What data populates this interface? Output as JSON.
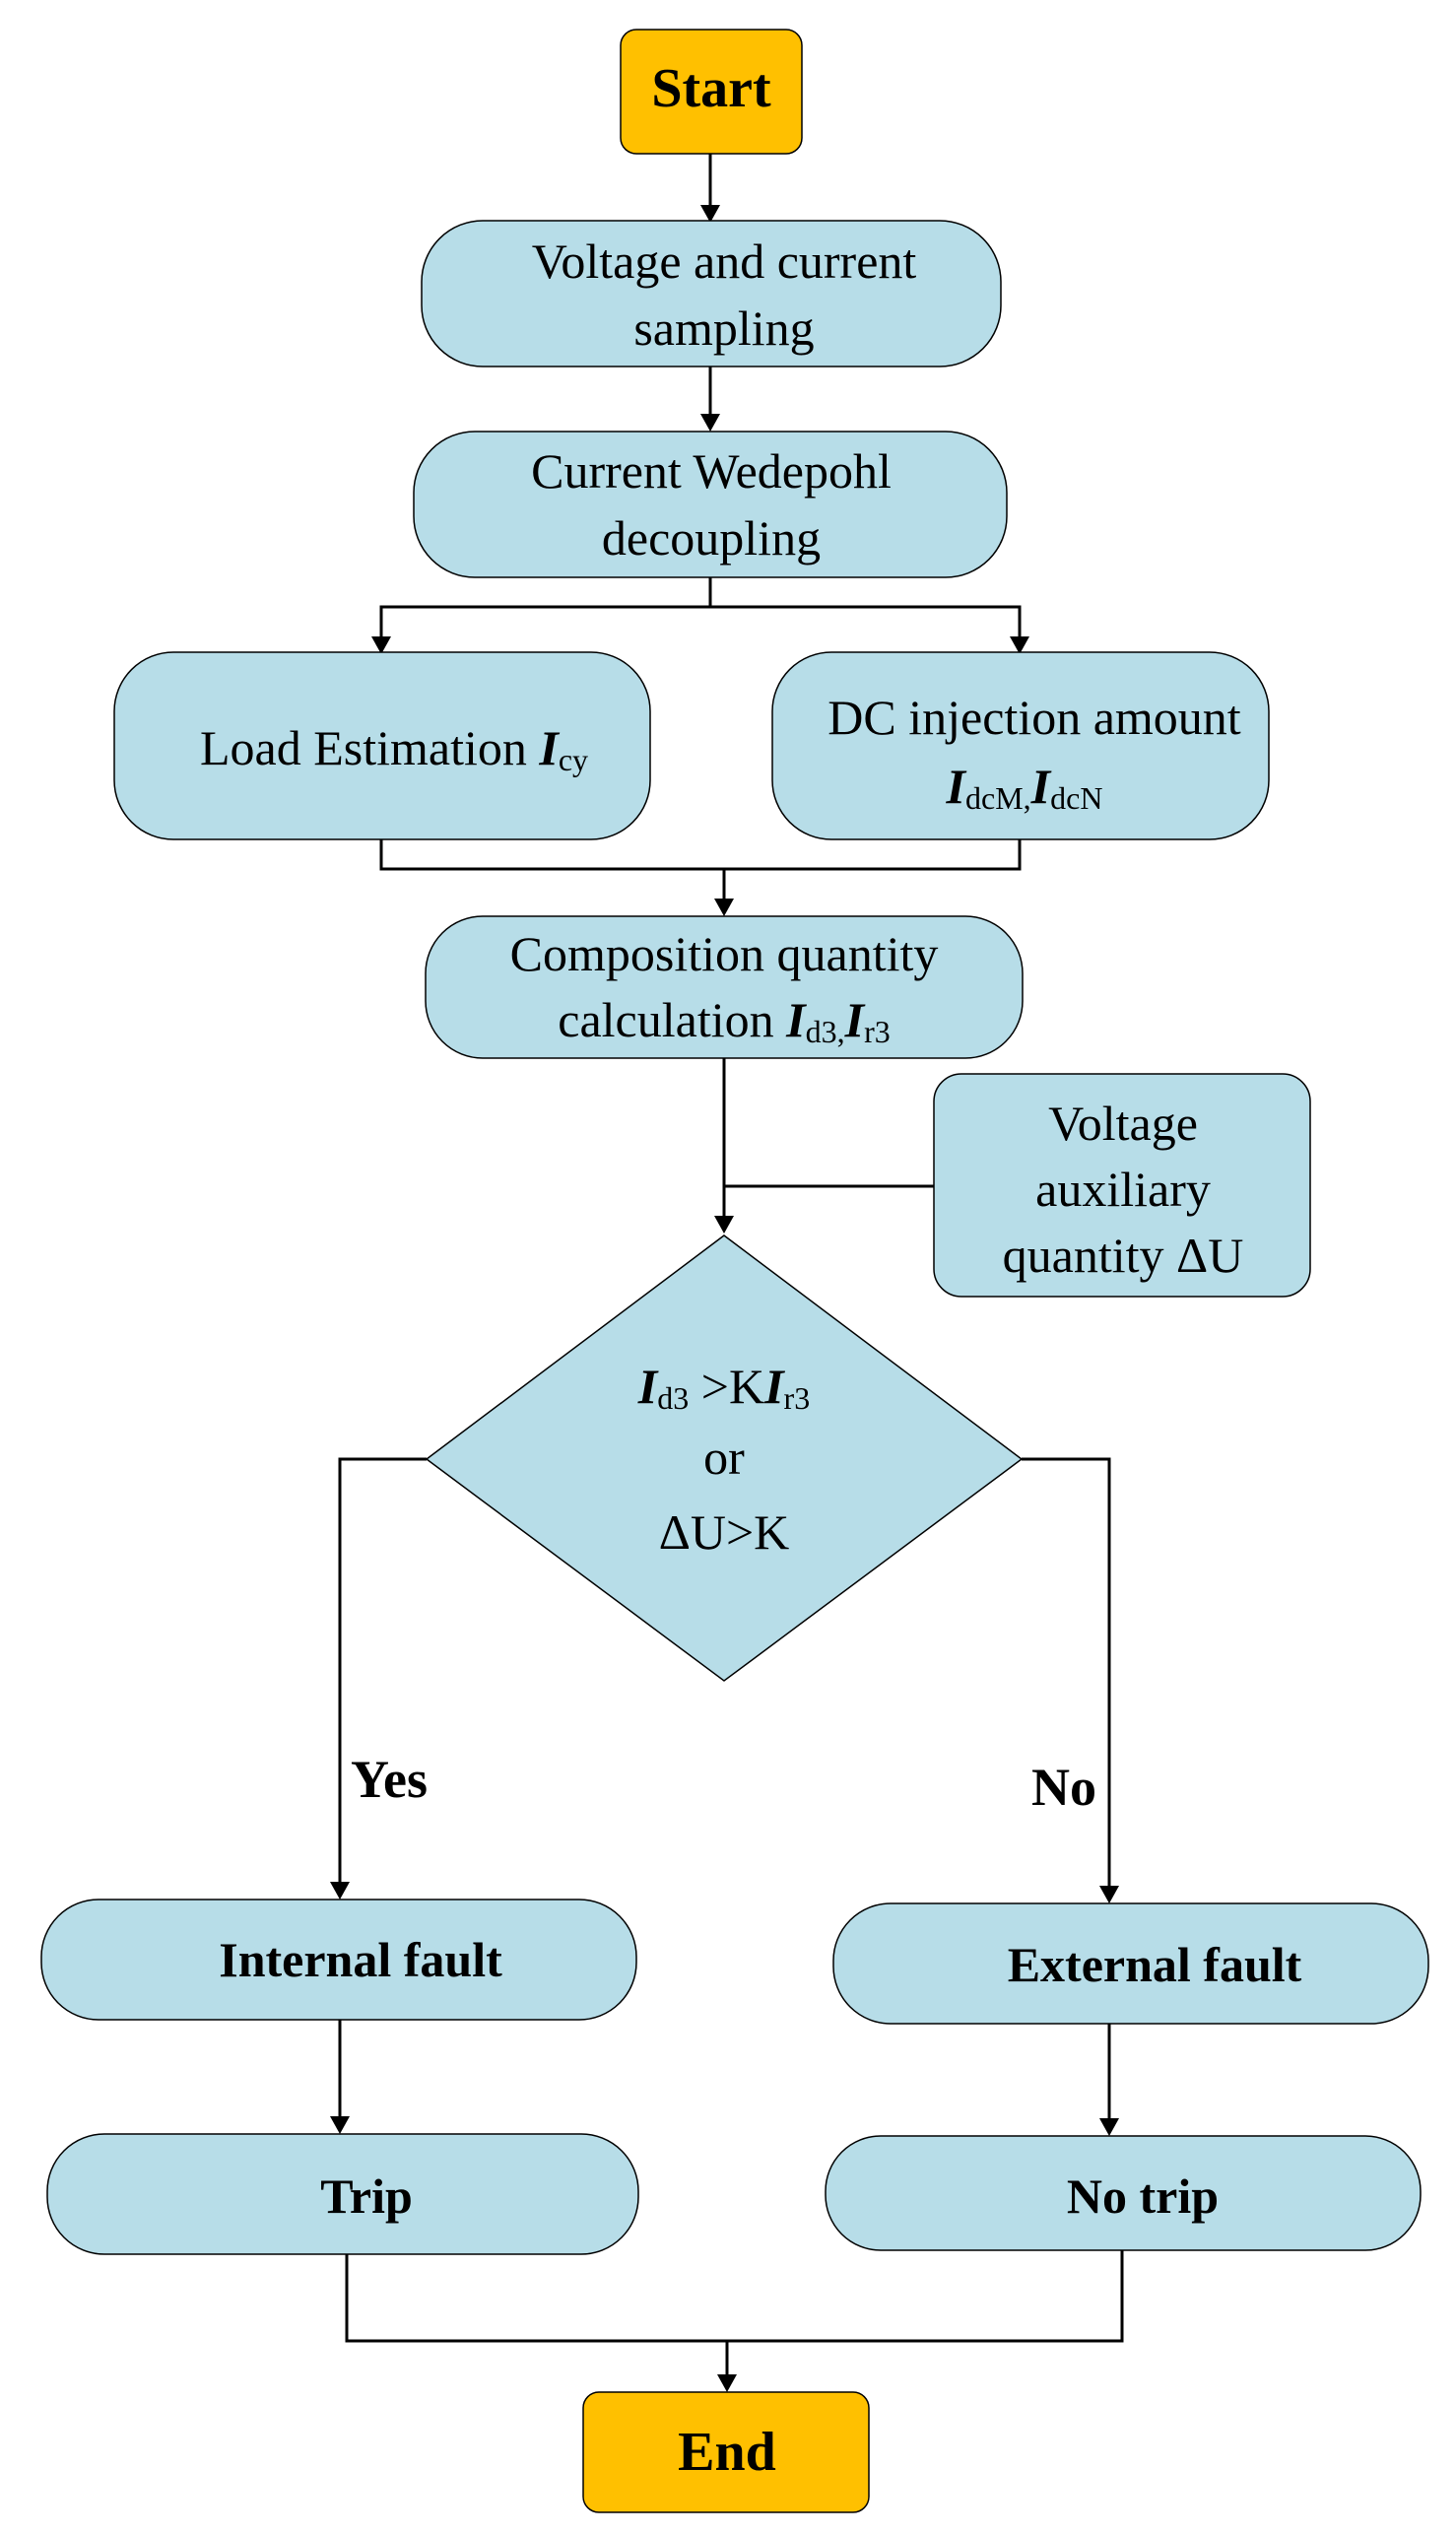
{
  "nodes": {
    "start": "Start",
    "sampling": [
      "Voltage and current",
      "sampling"
    ],
    "decoupling": [
      "Current Wedepohl",
      "decoupling"
    ],
    "load_estimation": {
      "text": "Load Estimation ",
      "var": "I",
      "sub": "cy"
    },
    "dc_injection": {
      "text": "DC injection amount",
      "var1": "I",
      "sub1": "dcM,",
      "var2": "I",
      "sub2": "dcN"
    },
    "composition": {
      "line1": "Composition quantity",
      "text": "calculation ",
      "var1": "I",
      "sub1": "d3,",
      "var2": "I",
      "sub2": "r3"
    },
    "voltage_aux": [
      "Voltage",
      "auxiliary",
      "quantity ΔU"
    ],
    "decision": {
      "var1": "I",
      "sub1": "d3",
      "mid": " >K",
      "var2": "I",
      "sub2": "r3",
      "line2": "or",
      "line3": "ΔU>K"
    },
    "internal_fault": "Internal fault",
    "external_fault": "External fault",
    "trip": "Trip",
    "no_trip": "No trip",
    "end": "End"
  },
  "branch_labels": {
    "yes": "Yes",
    "no": "No"
  },
  "colors": {
    "process_fill": "#b7dde8",
    "terminal_fill": "#ffc000",
    "line": "#000000"
  }
}
